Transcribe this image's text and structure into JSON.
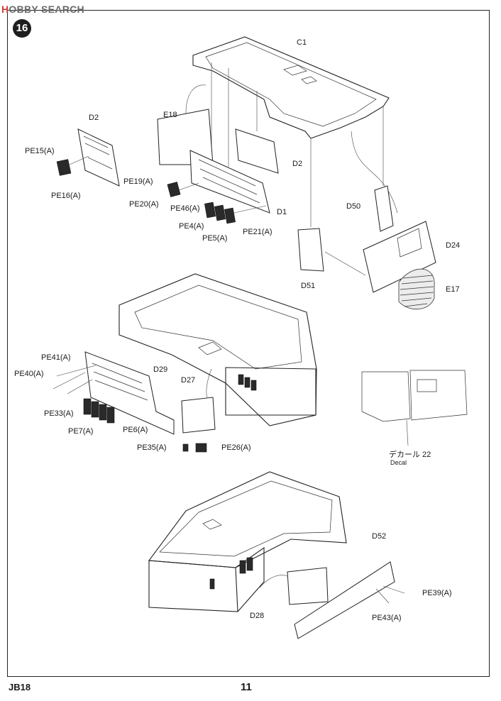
{
  "header": {
    "watermark_logo": "H",
    "watermark_text": "OBBY SEARCH",
    "step_number": "16"
  },
  "footer": {
    "code": "JB18",
    "page": "11"
  },
  "labels": {
    "c1": "C1",
    "d2_left": "D2",
    "pe15": "PE15(A)",
    "pe16": "PE16(A)",
    "e18": "E18",
    "d2_right": "D2",
    "pe19": "PE19(A)",
    "pe20": "PE20(A)",
    "pe46": "PE46(A)",
    "d1": "D1",
    "pe4": "PE4(A)",
    "pe21": "PE21(A)",
    "pe5": "PE5(A)",
    "d50": "D50",
    "d24": "D24",
    "d51": "D51",
    "e17": "E17",
    "pe41": "PE41(A)",
    "pe40": "PE40(A)",
    "d29": "D29",
    "d27": "D27",
    "pe33": "PE33(A)",
    "pe7": "PE7(A)",
    "pe6": "PE6(A)",
    "pe35": "PE35(A)",
    "pe26": "PE26(A)",
    "decal_jp": "デカール 22",
    "decal_en": "Decal",
    "d52": "D52",
    "pe39": "PE39(A)",
    "d28": "D28",
    "pe43": "PE43(A)"
  }
}
